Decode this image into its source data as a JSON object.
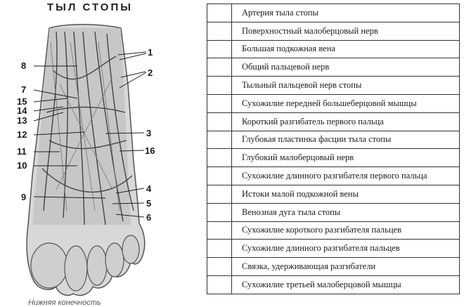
{
  "title": "ТЫЛ СТОПЫ",
  "caption": "Нижняя конечность",
  "labels": [
    "1",
    "2",
    "3",
    "4",
    "5",
    "6",
    "7",
    "8",
    "9",
    "10",
    "11",
    "12",
    "13",
    "14",
    "15",
    "16"
  ],
  "legend": [
    "Артерия тыла стопы",
    "Поверхностный малоберцовый нерв",
    "Большая подкожная вена",
    "Общий пальцевой нерв",
    "Тыльный пальцевой нерв стопы",
    "Сухожилие передней большеберцовой мышцы",
    "Короткий разгибатель первого пальца",
    "Глубокая пластинка фасции тыла стопы",
    "Глубокий малоберцовый нерв",
    "Сухожилие длинного разгибателя первого пальца",
    "Истоки малой подкожной вены",
    "Венозная дуга тыла стопы",
    "Сухожилие короткого разгибателя пальцев",
    "Сухожилие длинного разгибателя пальцев",
    "Связка, удерживающая разгибатели",
    "Сухожилие третьей малоберцовой мышцы"
  ]
}
